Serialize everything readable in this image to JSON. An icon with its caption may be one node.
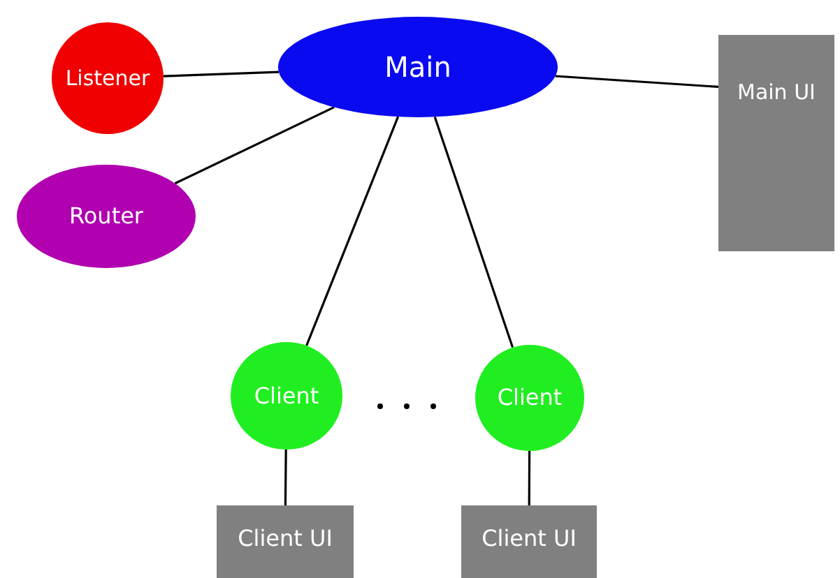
{
  "diagram": {
    "nodes": [
      {
        "text": [
          "Main"
        ]
      },
      {
        "text": [
          "Listener"
        ]
      },
      {
        "text": [
          "Router"
        ]
      },
      {
        "text": [
          "Main UI"
        ]
      },
      {
        "text": [
          "Client"
        ]
      },
      {
        "text": [
          "Client"
        ]
      },
      {
        "text": [
          "Client UI"
        ]
      },
      {
        "text": [
          "Client UI"
        ]
      }
    ],
    "edges": [
      {
        "from": 1,
        "to": 0,
        "arrow": "none"
      },
      {
        "from": 2,
        "to": 0,
        "arrow": "none"
      },
      {
        "from": 0,
        "to": 3,
        "arrow": "none"
      },
      {
        "from": 0,
        "to": 4,
        "arrow": "none"
      },
      {
        "from": 0,
        "to": 5,
        "arrow": "none"
      },
      {
        "from": 4,
        "to": 6,
        "arrow": "none"
      },
      {
        "from": 5,
        "to": 7,
        "arrow": "none"
      }
    ]
  }
}
